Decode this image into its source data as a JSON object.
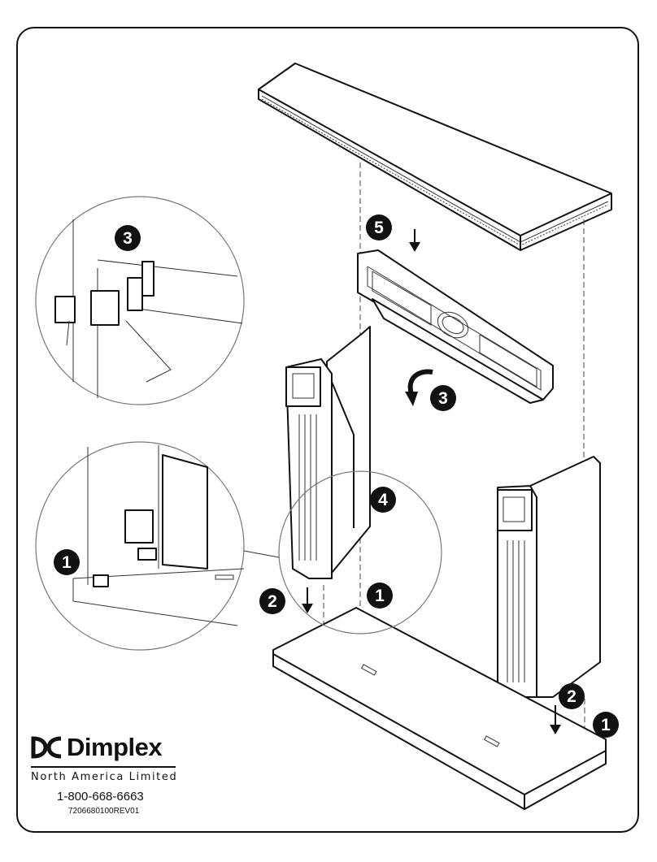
{
  "brand": {
    "name": "Dimplex",
    "subtitle": "North America Limited",
    "phone": "1-800-668-6663",
    "document_id": "7206680100REV01"
  },
  "step_callouts": [
    {
      "label": "5"
    },
    {
      "label": "3"
    },
    {
      "label": "4"
    },
    {
      "label": "2"
    },
    {
      "label": "1"
    },
    {
      "label": "2"
    },
    {
      "label": "1"
    }
  ],
  "detail_callouts": [
    {
      "label": "3"
    },
    {
      "label": "1"
    }
  ],
  "colors": {
    "line": "#111111",
    "background": "#ffffff"
  },
  "icons": [
    "dimplex-logo-icon",
    "arrow-down-icon",
    "curved-arrow-icon",
    "hinge-icon",
    "wing-nut-icon"
  ]
}
